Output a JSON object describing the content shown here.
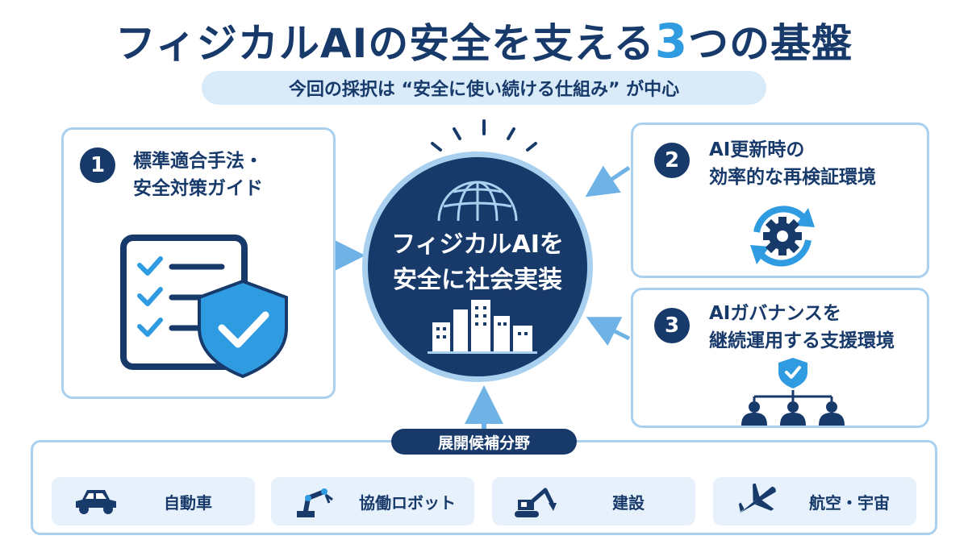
{
  "title": {
    "main": "フィジカルAIの安全を支える",
    "number": "3",
    "suffix": "つの基盤"
  },
  "subtitle": "今回の採択は “安全に使い続ける仕組み” が中心",
  "center": {
    "line1": "フィジカルAIを",
    "line2": "安全に社会実装"
  },
  "pillars": [
    {
      "number": "1",
      "line1": "標準適合手法・",
      "line2": "安全対策ガイド"
    },
    {
      "number": "2",
      "line1": "AI更新時の",
      "line2": "効率的な再検証環境"
    },
    {
      "number": "3",
      "line1": "AIガバナンスを",
      "line2": "継続運用する支援環境"
    }
  ],
  "fields": {
    "label": "展開候補分野",
    "items": [
      {
        "label": "自動車",
        "icon": "car-icon"
      },
      {
        "label": "協働ロボット",
        "icon": "robot-arm-icon"
      },
      {
        "label": "建設",
        "icon": "excavator-icon"
      },
      {
        "label": "航空・宇宙",
        "icon": "airplane-icon"
      }
    ]
  },
  "colors": {
    "navy": "#173a6b",
    "accent": "#2f9be0",
    "light": "#a9d0ef",
    "pale": "#e6f1fb"
  }
}
